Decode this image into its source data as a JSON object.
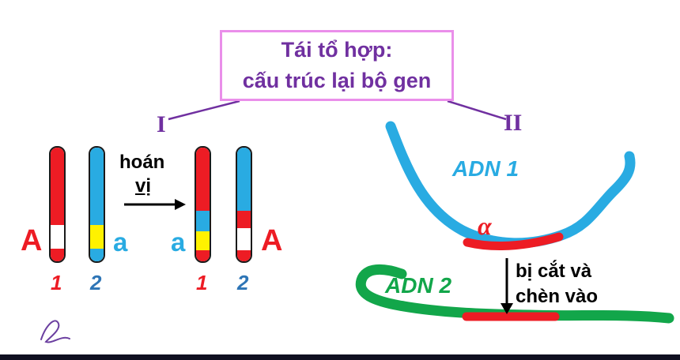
{
  "title": {
    "line1": "Tái tổ hợp:",
    "line2": "cấu trúc lại bộ gen"
  },
  "labels": {
    "section_left": "I",
    "section_right": "II"
  },
  "crossover": {
    "word1": "hoán",
    "word2": "vị"
  },
  "before": {
    "left_allele": "A",
    "right_allele": "a",
    "left_number": "1",
    "right_number": "2"
  },
  "after": {
    "left_allele": "a",
    "right_allele": "A",
    "left_number": "1",
    "right_number": "2"
  },
  "dna": {
    "adn1_label": "ADN 1",
    "adn2_label": "ADN 2",
    "alpha_label": "α",
    "caption_line1": "bị cắt và",
    "caption_line2": "chèn vào"
  },
  "colors": {
    "purple_text": "#7030a0",
    "title_border": "#ea8fea",
    "red": "#ed1c24",
    "cyan": "#29abe2",
    "yellow": "#fff200",
    "green": "#12a64a",
    "blue_number": "#2e75b6",
    "black": "#000000"
  }
}
